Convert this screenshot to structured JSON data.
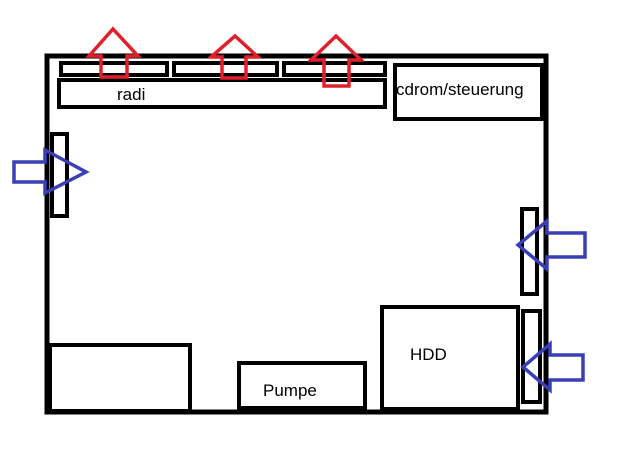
{
  "labels": {
    "radiator": "radi",
    "drive_bay": "cdrom/steuerung",
    "hdd": "HDD",
    "pump": "Pumpe"
  },
  "colors": {
    "outline": "#000000",
    "exhaust_arrow": "#e0202a",
    "intake_arrow": "#3a3fb5",
    "background": "#ffffff"
  },
  "arrows": {
    "exhaust_direction": "up",
    "intake_left_direction": "right",
    "intake_right_direction": "left"
  }
}
